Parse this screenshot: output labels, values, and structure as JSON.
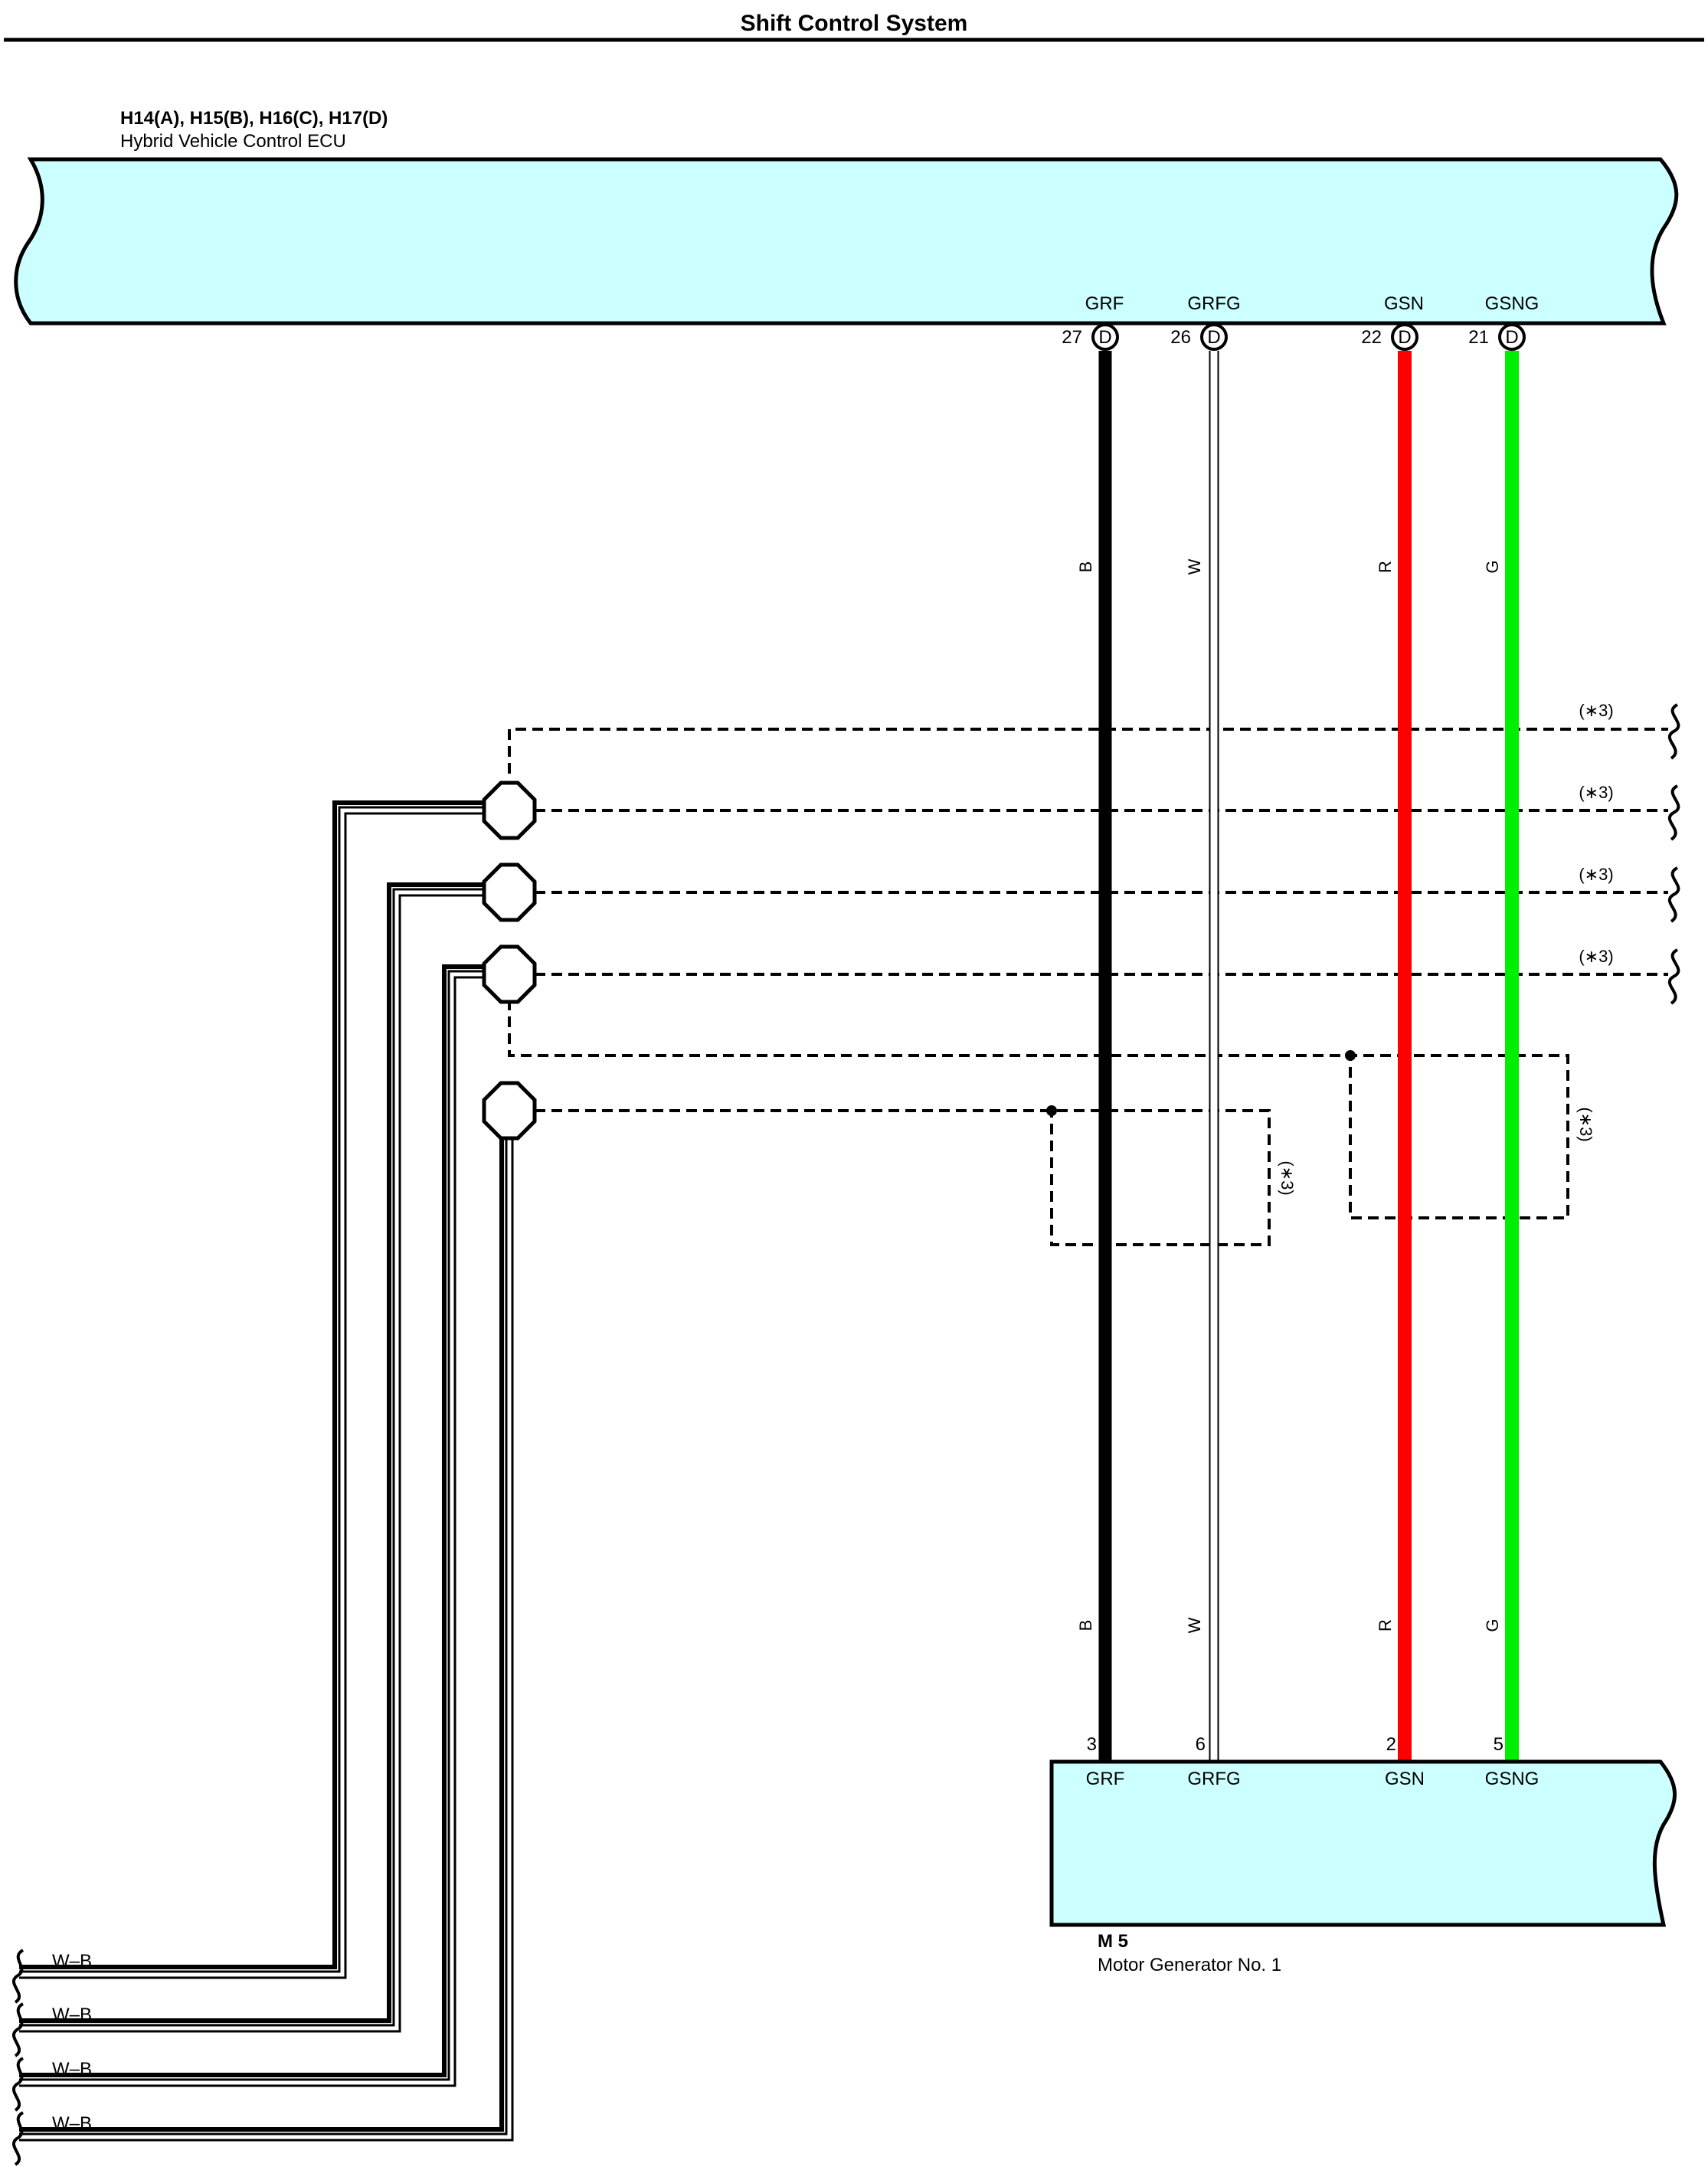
{
  "title": "Shift Control System",
  "ecu": {
    "connector_ids": "H14(A), H15(B), H16(C), H17(D)",
    "name": "Hybrid Vehicle Control ECU",
    "body_color": "#ccffff",
    "terminals": [
      {
        "pin": "27",
        "conn": "D",
        "signal": "GRF"
      },
      {
        "pin": "26",
        "conn": "D",
        "signal": "GRFG"
      },
      {
        "pin": "22",
        "conn": "D",
        "signal": "GSN"
      },
      {
        "pin": "21",
        "conn": "D",
        "signal": "GSNG"
      }
    ]
  },
  "wires": [
    {
      "color_code": "B",
      "color": "#000000"
    },
    {
      "color_code": "W",
      "color": "#ffffff"
    },
    {
      "color_code": "R",
      "color": "#ff0000"
    },
    {
      "color_code": "G",
      "color": "#00ee00"
    }
  ],
  "motor": {
    "connector_id": "M 5",
    "name": "Motor Generator No. 1",
    "body_color": "#ccffff",
    "terminals": [
      {
        "pin": "3",
        "signal": "GRF"
      },
      {
        "pin": "6",
        "signal": "GRFG"
      },
      {
        "pin": "2",
        "signal": "GSN"
      },
      {
        "pin": "5",
        "signal": "GSNG"
      }
    ]
  },
  "shield_note": "(∗3)",
  "ground_label": "W–B"
}
